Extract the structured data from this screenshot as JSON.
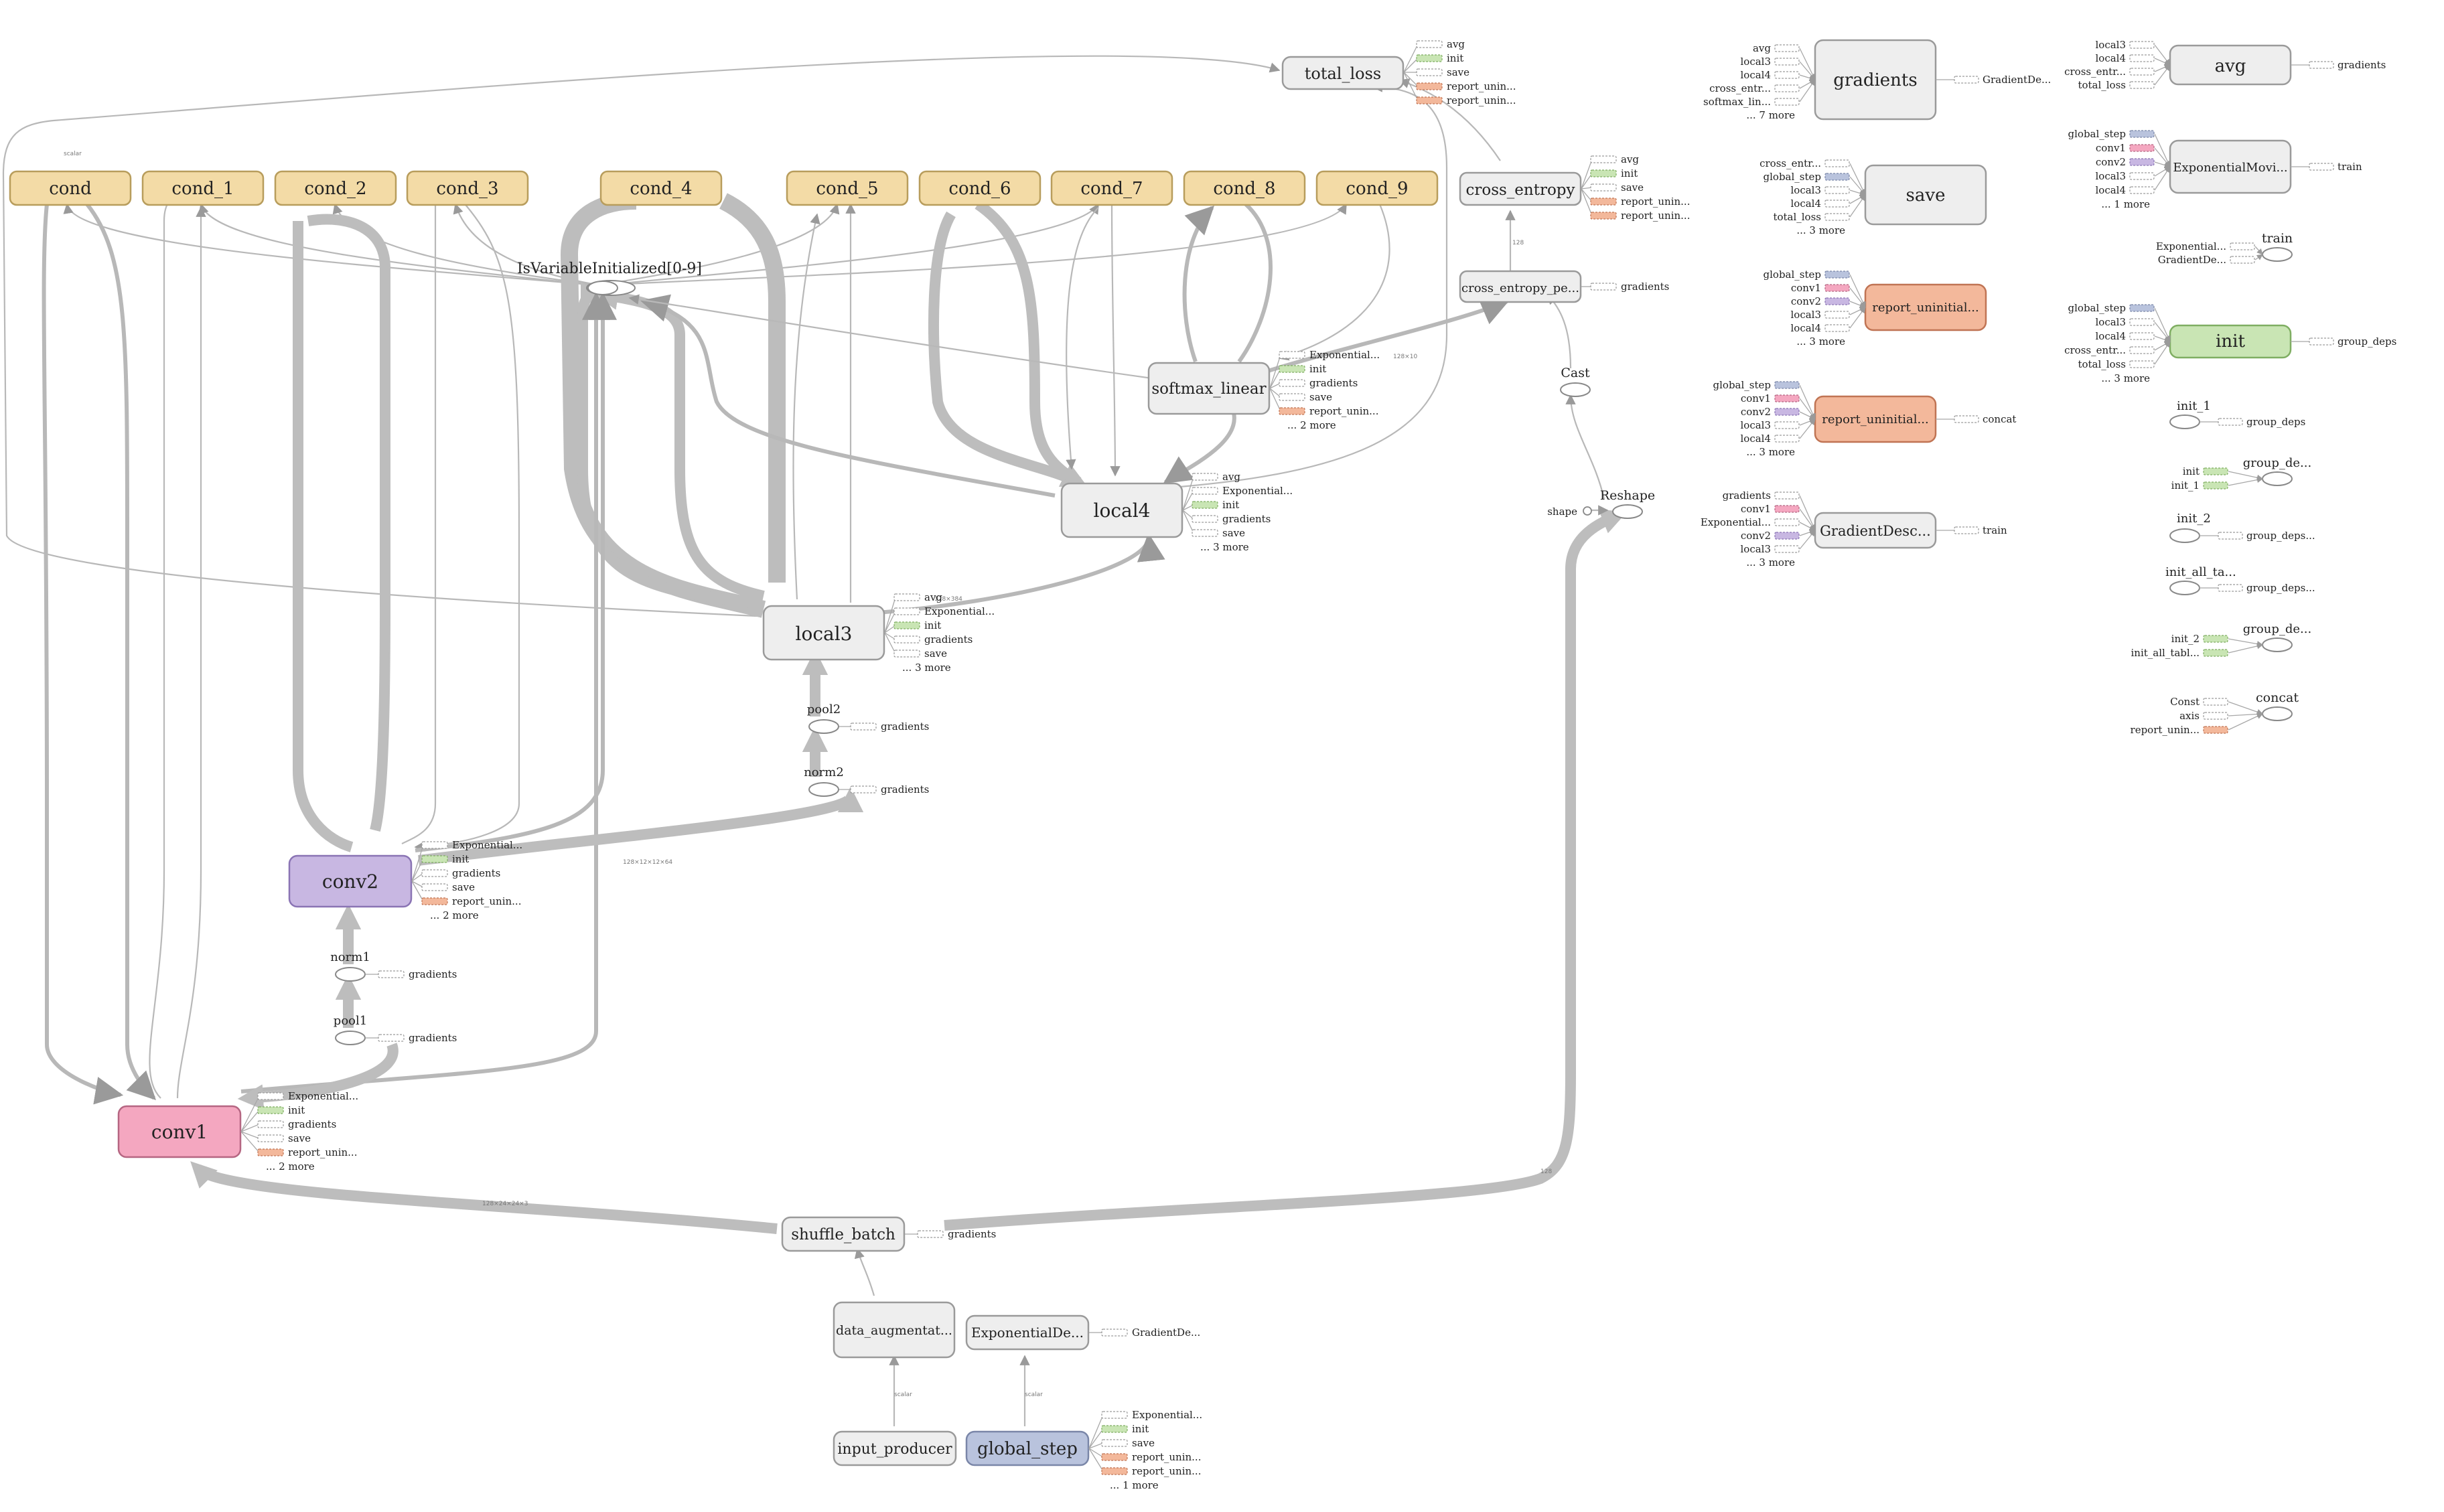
{
  "colors": {
    "cond": "#f3dba6",
    "cond_stroke": "#b89d5c",
    "conv1": "#f4a7c0",
    "conv1_stroke": "#b56682",
    "conv2": "#c8b7e2",
    "conv2_stroke": "#8a74b4",
    "global_step": "#b9c3dd",
    "global_step_stroke": "#7a86a8",
    "orange": "#f3b89b",
    "orange_stroke": "#c07454",
    "green": "#c9e5b4",
    "green_stroke": "#7fae62",
    "gray": "#eeeeee",
    "gray_stroke": "#9a9a9a",
    "edge": "#bbbbbb"
  },
  "nodes": {
    "total_loss": "total_loss",
    "cond": "cond",
    "cond_1": "cond_1",
    "cond_2": "cond_2",
    "cond_3": "cond_3",
    "cond_4": "cond_4",
    "cond_5": "cond_5",
    "cond_6": "cond_6",
    "cond_7": "cond_7",
    "cond_8": "cond_8",
    "cond_9": "cond_9",
    "cross_entropy": "cross_entropy",
    "cross_entropy_pe": "cross_entropy_pe...",
    "is_var_init": "IsVariableInitialized[0-9]",
    "softmax_linear": "softmax_linear",
    "local4": "local4",
    "local3": "local3",
    "pool2": "pool2",
    "norm2": "norm2",
    "conv2": "conv2",
    "norm1": "norm1",
    "pool1": "pool1",
    "conv1": "conv1",
    "shuffle_batch": "shuffle_batch",
    "data_augmentat": "data_augmentat...",
    "input_producer": "input_producer",
    "exponentialde": "ExponentialDe...",
    "global_step": "global_step",
    "cast": "Cast",
    "reshape": "Reshape",
    "shape": "shape"
  },
  "aux": {
    "total_loss": [
      "avg",
      "init",
      "save",
      "report_unin...",
      "report_unin..."
    ],
    "cross_entropy": [
      "avg",
      "init",
      "save",
      "report_unin...",
      "report_unin..."
    ],
    "cross_entropy_pe": [
      "gradients"
    ],
    "softmax_linear": [
      "Exponential...",
      "init",
      "gradients",
      "save",
      "report_unin...",
      "... 2 more"
    ],
    "local4": [
      "avg",
      "Exponential...",
      "init",
      "gradients",
      "save",
      "... 3 more"
    ],
    "local3": [
      "avg",
      "Exponential...",
      "init",
      "gradients",
      "save",
      "... 3 more"
    ],
    "pool2": [
      "gradients"
    ],
    "norm2": [
      "gradients"
    ],
    "conv2": [
      "Exponential...",
      "init",
      "gradients",
      "save",
      "report_unin...",
      "... 2 more"
    ],
    "norm1": [
      "gradients"
    ],
    "pool1": [
      "gradients"
    ],
    "conv1": [
      "Exponential...",
      "init",
      "gradients",
      "save",
      "report_unin...",
      "... 2 more"
    ],
    "shuffle_batch": [
      "gradients"
    ],
    "exponentialde": [
      "GradientDe..."
    ],
    "global_step": [
      "Exponential...",
      "init",
      "save",
      "report_unin...",
      "report_unin...",
      "... 1 more"
    ]
  },
  "side": {
    "gradients": {
      "label": "gradients",
      "inputs": [
        "avg",
        "local3",
        "local4",
        "cross_entr...",
        "softmax_lin...",
        "... 7 more"
      ],
      "output": "GradientDe..."
    },
    "save": {
      "label": "save",
      "inputs": [
        "cross_entr...",
        "global_step",
        "local3",
        "local4",
        "total_loss",
        "... 3 more"
      ]
    },
    "report_uninit1": {
      "label": "report_uninitial...",
      "inputs": [
        "global_step",
        "conv1",
        "conv2",
        "local3",
        "local4",
        "... 3 more"
      ]
    },
    "report_uninit2": {
      "label": "report_uninitial...",
      "inputs": [
        "global_step",
        "conv1",
        "conv2",
        "local3",
        "local4",
        "... 3 more"
      ],
      "output": "concat"
    },
    "gradientdesc": {
      "label": "GradientDesc...",
      "inputs": [
        "gradients",
        "conv1",
        "Exponential...",
        "conv2",
        "local3",
        "... 3 more"
      ],
      "output": "train"
    },
    "avg": {
      "label": "avg",
      "inputs": [
        "local3",
        "local4",
        "cross_entr...",
        "total_loss"
      ],
      "output": "gradients"
    },
    "expmovi": {
      "label": "ExponentialMovi...",
      "inputs": [
        "global_step",
        "conv1",
        "conv2",
        "local3",
        "local4",
        "... 1 more"
      ],
      "output": "train"
    },
    "train": {
      "label": "train",
      "inputs": [
        "Exponential...",
        "GradientDe..."
      ]
    },
    "init": {
      "label": "init",
      "inputs": [
        "global_step",
        "local3",
        "local4",
        "cross_entr...",
        "total_loss",
        "... 3 more"
      ],
      "output": "group_deps"
    },
    "init_1": {
      "label": "init_1",
      "output": "group_deps"
    },
    "group_de1": {
      "label": "group_de...",
      "inputs": [
        "init",
        "init_1"
      ]
    },
    "init_2": {
      "label": "init_2",
      "output": "group_deps..."
    },
    "init_all_ta": {
      "label": "init_all_ta...",
      "output": "group_deps..."
    },
    "group_de2": {
      "label": "group_de...",
      "inputs": [
        "init_2",
        "init_all_tabl..."
      ]
    },
    "concat": {
      "label": "concat",
      "inputs": [
        "Const",
        "axis",
        "report_unin..."
      ]
    }
  }
}
